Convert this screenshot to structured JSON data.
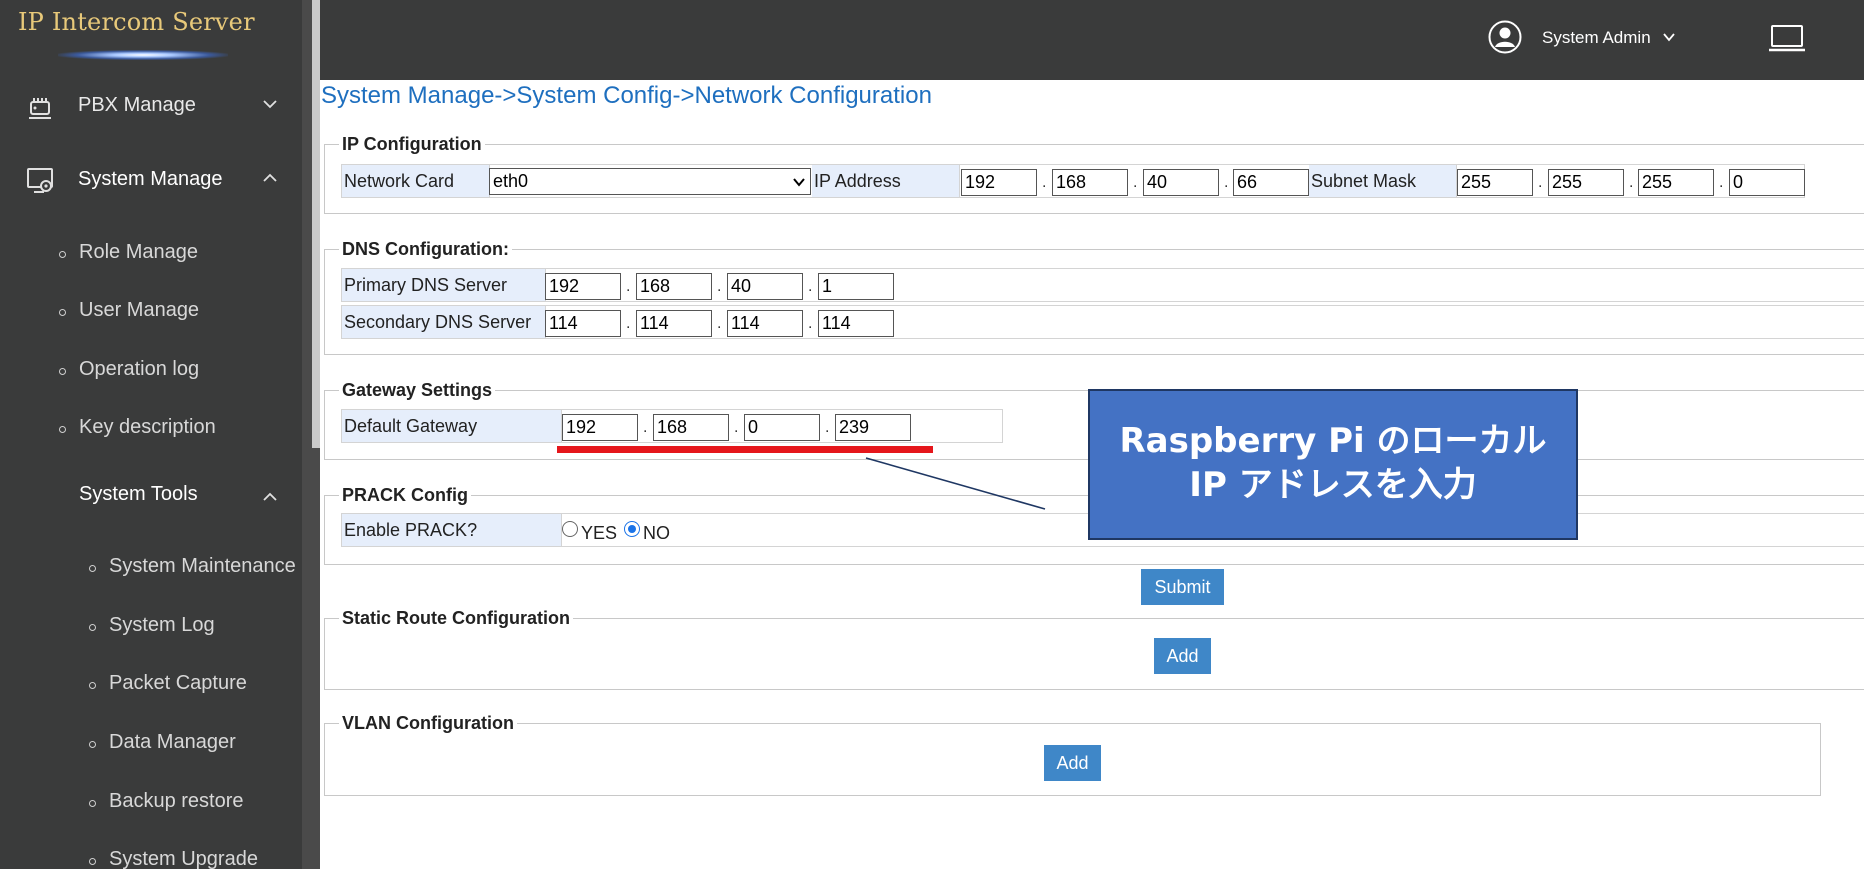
{
  "logo": {
    "text": "IP Intercom Server"
  },
  "sidebar": {
    "menus": [
      {
        "label": "PBX Manage",
        "icon": "pbx-icon",
        "expanded": false
      },
      {
        "label": "System Manage",
        "icon": "system-gear-icon",
        "expanded": true
      }
    ],
    "system_manage_items": [
      "Role Manage",
      "User Manage",
      "Operation log",
      "Key description"
    ],
    "system_tools": {
      "label": "System Tools",
      "expanded": true,
      "items": [
        "System Maintenance",
        "System Log",
        "Packet Capture",
        "Data Manager",
        "Backup restore",
        "System Upgrade"
      ]
    }
  },
  "topbar": {
    "user_name": "System Admin",
    "icons": [
      "user-avatar-icon",
      "chevron-down-icon",
      "monitor-icon"
    ]
  },
  "breadcrumb": "System Manage->System Config->Network Configuration",
  "ip_config": {
    "legend": "IP Configuration",
    "network_card_label": "Network Card",
    "network_card_value": "eth0",
    "ip_address_label": "IP Address",
    "ip_address": [
      "192",
      "168",
      "40",
      "66"
    ],
    "subnet_mask_label": "Subnet Mask",
    "subnet_mask": [
      "255",
      "255",
      "255",
      "0"
    ]
  },
  "dns_config": {
    "legend": "DNS Configuration:",
    "primary_label": "Primary DNS Server",
    "primary": [
      "192",
      "168",
      "40",
      "1"
    ],
    "secondary_label": "Secondary DNS Server",
    "secondary": [
      "114",
      "114",
      "114",
      "114"
    ]
  },
  "gateway": {
    "legend": "Gateway Settings",
    "default_label": "Default Gateway",
    "default": [
      "192",
      "168",
      "0",
      "239"
    ]
  },
  "prack": {
    "legend": "PRACK Config",
    "enable_label": "Enable PRACK?",
    "yes_label": "YES",
    "no_label": "NO",
    "selected": "NO"
  },
  "submit_label": "Submit",
  "static_route": {
    "legend": "Static Route Configuration",
    "add_label": "Add"
  },
  "vlan": {
    "legend": "VLAN Configuration",
    "add_label": "Add"
  },
  "annotation": {
    "line1": "Raspberry Pi のローカル",
    "line2": "IP アドレスを入力",
    "callout_color": "#4472c4",
    "underline_color": "#e5161b"
  }
}
